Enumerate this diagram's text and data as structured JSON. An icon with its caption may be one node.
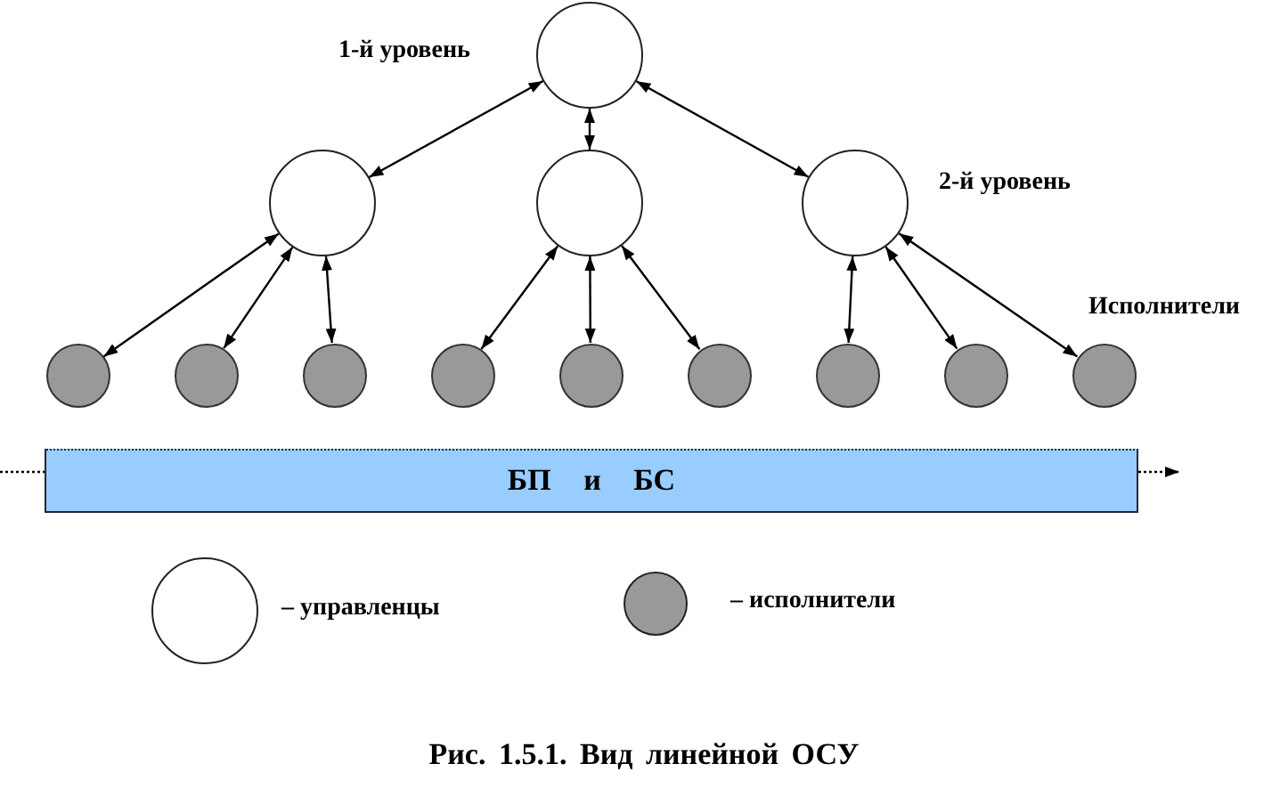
{
  "diagram": {
    "caption": "Рис. 1.5.1. Вид линейной ОСУ",
    "nodes": [
      {
        "text": [],
        "shape": "circle",
        "beside": [
          "1-й уровень"
        ]
      },
      {
        "text": [],
        "shape": "circle"
      },
      {
        "text": [],
        "shape": "circle"
      },
      {
        "text": [],
        "shape": "circle",
        "beside": [
          "2-й уровень"
        ]
      },
      {
        "text": [],
        "shape": "circle"
      },
      {
        "text": [],
        "shape": "circle"
      },
      {
        "text": [],
        "shape": "circle"
      },
      {
        "text": [],
        "shape": "circle"
      },
      {
        "text": [],
        "shape": "circle"
      },
      {
        "text": [],
        "shape": "circle"
      },
      {
        "text": [],
        "shape": "circle"
      },
      {
        "text": [],
        "shape": "circle"
      },
      {
        "text": [],
        "shape": "circle"
      },
      {
        "text": [
          "БП и БС"
        ]
      }
    ],
    "edges": [
      {
        "from": 0,
        "to": 1,
        "arrow": "both"
      },
      {
        "from": 0,
        "to": 2,
        "arrow": "both"
      },
      {
        "from": 0,
        "to": 3,
        "arrow": "both"
      },
      {
        "from": 1,
        "to": 4,
        "arrow": "both"
      },
      {
        "from": 1,
        "to": 5,
        "arrow": "both"
      },
      {
        "from": 1,
        "to": 6,
        "arrow": "both"
      },
      {
        "from": 2,
        "to": 7,
        "arrow": "both"
      },
      {
        "from": 2,
        "to": 8,
        "arrow": "both"
      },
      {
        "from": 2,
        "to": 9,
        "arrow": "both"
      },
      {
        "from": 3,
        "to": 10,
        "arrow": "both"
      },
      {
        "from": 3,
        "to": 11,
        "arrow": "both"
      },
      {
        "from": 3,
        "to": 12,
        "arrow": "both"
      },
      {
        "from": null,
        "to": 13,
        "arrow": "none",
        "style": "dashed"
      },
      {
        "from": 13,
        "to": null,
        "arrow": "to",
        "style": "dashed"
      }
    ],
    "labels": [
      "Исполнители"
    ],
    "legend": [
      {
        "text": "– управленцы",
        "color": "#ffffff"
      },
      {
        "text": "– исполнители",
        "color": "#999999"
      }
    ]
  }
}
